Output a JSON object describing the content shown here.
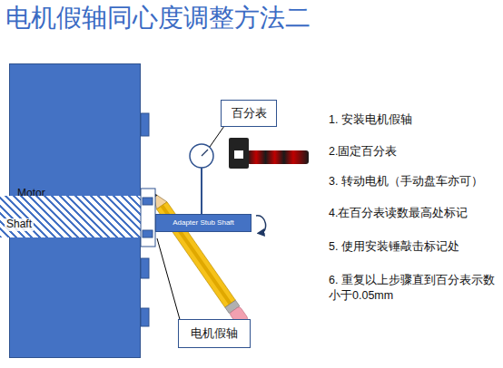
{
  "diagram": {
    "title": "电机假轴同心度调整方法二",
    "nodes": [
      {
        "text": [
          "Motor"
        ]
      },
      {
        "text": [
          "Shaft"
        ]
      },
      {
        "text": [
          "Adapter Stub Shaft"
        ]
      },
      {
        "text": [
          "百分表"
        ]
      },
      {
        "text": [
          "电机假轴"
        ]
      }
    ],
    "labels": [
      "1. 安装电机假轴",
      "2.固定百分表",
      "3. 转动电机（手动盘车亦可）",
      "4.在百分表读数最高处标记",
      "5. 使用安装锤敲击标记处",
      "6. 重复以上步骤直到百分表示数小于0.05mm"
    ]
  }
}
